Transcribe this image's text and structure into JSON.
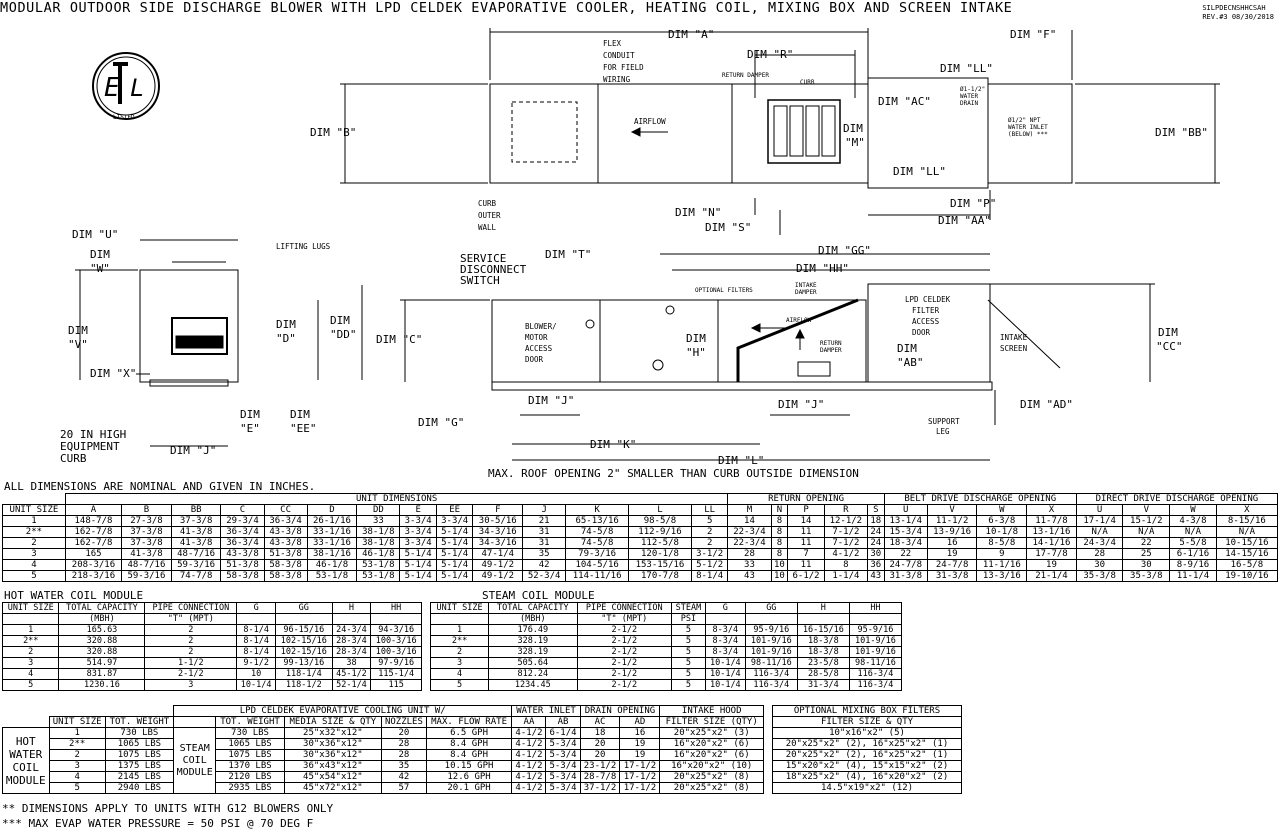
{
  "title": "MODULAR OUTDOOR SIDE DISCHARGE BLOWER WITH LPD CELDEK EVAPORATIVE COOLER, HEATING COIL, MIXING BOX AND SCREEN INTAKE",
  "drawing_id": "SILPDECNSHHCSAH",
  "revision": "REV.#3 08/30/2018",
  "logo_text": "LISTED",
  "top_view": {
    "dim_a": "DIM \"A\"",
    "dim_f": "DIM \"F\"",
    "dim_r": "DIM \"R\"",
    "dim_ll": "DIM \"LL\"",
    "dim_b": "DIM \"B\"",
    "dim_bb": "DIM \"BB\"",
    "dim_ac": "DIM \"AC\"",
    "dim_m": "DIM\n\"M\"",
    "dim_ll2": "DIM \"LL\"",
    "dim_n": "DIM \"N\"",
    "dim_s": "DIM \"S\"",
    "dim_p": "DIM \"P\"",
    "dim_aa": "DIM \"AA\"",
    "flex_conduit": [
      "FLEX",
      "CONDUIT",
      "FOR FIELD",
      "WIRING"
    ],
    "return_damper": "RETURN DAMPER",
    "curb": "CURB",
    "airflow": "AIRFLOW",
    "water_drain": [
      "Ø1-1/2\"",
      "WATER",
      "DRAIN"
    ],
    "water_inlet": [
      "Ø1/2\" NPT",
      "WATER INLET",
      "(BELOW) ***"
    ],
    "curb_outer_wall": [
      "CURB",
      "OUTER",
      "WALL"
    ]
  },
  "end_view": {
    "dim_u": "DIM \"U\"",
    "dim_w": [
      "DIM",
      "\"W\""
    ],
    "lifting_lugs": "LIFTING LUGS",
    "dim_v": [
      "DIM",
      "\"V\""
    ],
    "dim_d": [
      "DIM",
      "\"D\""
    ],
    "dim_dd": [
      "DIM",
      "\"DD\""
    ],
    "dim_x": "DIM \"X\"",
    "dim_e": [
      "DIM",
      "\"E\""
    ],
    "dim_ee": [
      "DIM",
      "\"EE\""
    ],
    "curb_note": [
      "20 IN HIGH",
      "EQUIPMENT",
      "CURB"
    ],
    "dim_j": "DIM \"J\""
  },
  "side_view": {
    "dim_t": "DIM \"T\"",
    "service_switch": [
      "SERVICE",
      "DISCONNECT",
      "SWITCH"
    ],
    "dim_gg": "DIM \"GG\"",
    "dim_hh": "DIM \"HH\"",
    "optional_filters": "OPTIONAL FILTERS",
    "intake_damper": [
      "INTAKE",
      "DAMPER"
    ],
    "airflow": "AIRFLOW",
    "return_damper": [
      "RETURN",
      "DAMPER"
    ],
    "lpd_door": [
      "LPD CELDEK",
      "FILTER",
      "ACCESS",
      "DOOR"
    ],
    "dim_c": "DIM \"C\"",
    "dim_cc": [
      "DIM",
      "\"CC\""
    ],
    "blower_door": [
      "BLOWER/",
      "MOTOR",
      "ACCESS",
      "DOOR"
    ],
    "dim_h": [
      "DIM",
      "\"H\""
    ],
    "dim_ab": [
      "DIM",
      "\"AB\""
    ],
    "intake_screen": [
      "INTAKE",
      "SCREEN"
    ],
    "dim_j1": "DIM \"J\"",
    "dim_j2": "DIM \"J\"",
    "dim_ad": "DIM \"AD\"",
    "dim_g": "DIM \"G\"",
    "support_leg": [
      "SUPPORT",
      "LEG"
    ],
    "dim_k": "DIM \"K\"",
    "dim_l": "DIM \"L\"",
    "max_roof": "MAX. ROOF OPENING 2\" SMALLER THAN CURB OUTSIDE DIMENSION"
  },
  "nominal_note": "ALL DIMENSIONS ARE NOMINAL AND GIVEN IN INCHES.",
  "main_table": {
    "group_unit": "UNIT DIMENSIONS",
    "group_return": "RETURN OPENING",
    "group_belt": "BELT DRIVE DISCHARGE OPENING",
    "group_direct": "DIRECT DRIVE DISCHARGE OPENING",
    "headers": [
      "UNIT SIZE",
      "A",
      "B",
      "BB",
      "C",
      "CC",
      "D",
      "DD",
      "E",
      "EE",
      "F",
      "J",
      "K",
      "L",
      "LL",
      "M",
      "N",
      "P",
      "R",
      "S",
      "U",
      "V",
      "W",
      "X",
      "U",
      "V",
      "W",
      "X"
    ],
    "rows": [
      [
        "1",
        "148-7/8",
        "27-3/8",
        "37-3/8",
        "29-3/4",
        "36-3/4",
        "26-1/16",
        "33",
        "3-3/4",
        "3-3/4",
        "30-5/16",
        "21",
        "65-13/16",
        "98-5/8",
        "5",
        "14",
        "8",
        "14",
        "12-1/2",
        "18",
        "13-1/4",
        "11-1/2",
        "6-3/8",
        "11-7/8",
        "17-1/4",
        "15-1/2",
        "4-3/8",
        "8-15/16"
      ],
      [
        "2**",
        "162-7/8",
        "37-3/8",
        "41-3/8",
        "36-3/4",
        "43-3/8",
        "33-1/16",
        "38-1/8",
        "3-3/4",
        "5-1/4",
        "34-3/16",
        "31",
        "74-5/8",
        "112-9/16",
        "2",
        "22-3/4",
        "8",
        "11",
        "7-1/2",
        "24",
        "15-3/4",
        "13-9/16",
        "10-1/8",
        "13-1/16",
        "N/A",
        "N/A",
        "N/A",
        "N/A"
      ],
      [
        "2",
        "162-7/8",
        "37-3/8",
        "41-3/8",
        "36-3/4",
        "43-3/8",
        "33-1/16",
        "38-1/8",
        "3-3/4",
        "5-1/4",
        "34-3/16",
        "31",
        "74-5/8",
        "112-5/8",
        "2",
        "22-3/4",
        "8",
        "11",
        "7-1/2",
        "24",
        "18-3/4",
        "16",
        "8-5/8",
        "14-1/16",
        "24-3/4",
        "22",
        "5-5/8",
        "10-15/16"
      ],
      [
        "3",
        "165",
        "41-3/8",
        "48-7/16",
        "43-3/8",
        "51-3/8",
        "38-1/16",
        "46-1/8",
        "5-1/4",
        "5-1/4",
        "47-1/4",
        "35",
        "79-3/16",
        "120-1/8",
        "3-1/2",
        "28",
        "8",
        "7",
        "4-1/2",
        "30",
        "22",
        "19",
        "9",
        "17-7/8",
        "28",
        "25",
        "6-1/16",
        "14-15/16"
      ],
      [
        "4",
        "208-3/16",
        "48-7/16",
        "59-3/16",
        "51-3/8",
        "58-3/8",
        "46-1/8",
        "53-1/8",
        "5-1/4",
        "5-1/4",
        "49-1/2",
        "42",
        "104-5/16",
        "153-15/16",
        "5-1/2",
        "33",
        "10",
        "11",
        "8",
        "36",
        "24-7/8",
        "24-7/8",
        "11-1/16",
        "19",
        "30",
        "30",
        "8-9/16",
        "16-5/8"
      ],
      [
        "5",
        "218-3/16",
        "59-3/16",
        "74-7/8",
        "58-3/8",
        "58-3/8",
        "53-1/8",
        "53-1/8",
        "5-1/4",
        "5-1/4",
        "49-1/2",
        "52-3/4",
        "114-11/16",
        "170-7/8",
        "8-1/4",
        "43",
        "10",
        "6-1/2",
        "1-1/4",
        "43",
        "31-3/8",
        "31-3/8",
        "13-3/16",
        "21-1/4",
        "35-3/8",
        "35-3/8",
        "11-1/4",
        "19-10/16"
      ]
    ]
  },
  "hw_table": {
    "title": "HOT WATER COIL MODULE",
    "headers": [
      "UNIT SIZE",
      "TOTAL CAPACITY",
      "PIPE CONNECTION",
      "G",
      "GG",
      "H",
      "HH"
    ],
    "subheaders": [
      "",
      "(MBH)",
      "\"T\" (MPT)",
      "",
      "",
      "",
      ""
    ],
    "rows": [
      [
        "1",
        "165.63",
        "2",
        "8-1/4",
        "96-15/16",
        "24-3/4",
        "94-3/16"
      ],
      [
        "2**",
        "320.88",
        "2",
        "8-1/4",
        "102-15/16",
        "28-3/4",
        "100-3/16"
      ],
      [
        "2",
        "320.88",
        "2",
        "8-1/4",
        "102-15/16",
        "28-3/4",
        "100-3/16"
      ],
      [
        "3",
        "514.97",
        "1-1/2",
        "9-1/2",
        "99-13/16",
        "38",
        "97-9/16"
      ],
      [
        "4",
        "831.87",
        "2-1/2",
        "10",
        "118-1/4",
        "45-1/2",
        "115-1/4"
      ],
      [
        "5",
        "1230.16",
        "3",
        "10-1/4",
        "118-1/2",
        "52-1/4",
        "115"
      ]
    ]
  },
  "steam_table": {
    "title": "STEAM COIL MODULE",
    "headers": [
      "UNIT SIZE",
      "TOTAL CAPACITY",
      "PIPE CONNECTION",
      "STEAM",
      "G",
      "GG",
      "H",
      "HH"
    ],
    "subheaders": [
      "",
      "(MBH)",
      "\"T\" (MPT)",
      "PSI",
      "",
      "",
      "",
      ""
    ],
    "rows": [
      [
        "1",
        "176.49",
        "2-1/2",
        "5",
        "8-3/4",
        "95-9/16",
        "16-15/16",
        "95-9/16"
      ],
      [
        "2**",
        "328.19",
        "2-1/2",
        "5",
        "8-3/4",
        "101-9/16",
        "18-3/8",
        "101-9/16"
      ],
      [
        "2",
        "328.19",
        "2-1/2",
        "5",
        "8-3/4",
        "101-9/16",
        "18-3/8",
        "101-9/16"
      ],
      [
        "3",
        "505.64",
        "2-1/2",
        "5",
        "10-1/4",
        "98-11/16",
        "23-5/8",
        "98-11/16"
      ],
      [
        "4",
        "812.24",
        "2-1/2",
        "5",
        "10-1/4",
        "116-3/4",
        "28-5/8",
        "116-3/4"
      ],
      [
        "5",
        "1234.45",
        "2-1/2",
        "5",
        "10-1/4",
        "116-3/4",
        "31-3/4",
        "116-3/4"
      ]
    ]
  },
  "evap_table": {
    "title": "LPD CELDEK EVAPORATIVE COOLING UNIT W/",
    "water_inlet": "WATER INLET",
    "drain_opening": "DRAIN OPENING",
    "intake_hood": "INTAKE HOOD",
    "hw_label": [
      "HOT",
      "WATER",
      "COIL",
      "MODULE"
    ],
    "steam_label": [
      "STEAM",
      "COIL",
      "MODULE"
    ],
    "headers": [
      "UNIT SIZE",
      "TOT. WEIGHT",
      "TOT. WEIGHT",
      "MEDIA SIZE & QTY",
      "NOZZLES",
      "MAX. FLOW RATE",
      "AA",
      "AB",
      "AC",
      "AD",
      "FILTER SIZE (QTY)"
    ],
    "rows": [
      [
        "1",
        "730 LBS",
        "730 LBS",
        "25\"x32\"x12\"",
        "20",
        "6.5 GPH",
        "4-1/2",
        "6-1/4",
        "18",
        "16",
        "20\"x25\"x2\" (3)"
      ],
      [
        "2**",
        "1065 LBS",
        "1065 LBS",
        "30\"x36\"x12\"",
        "28",
        "8.4 GPH",
        "4-1/2",
        "5-3/4",
        "20",
        "19",
        "16\"x20\"x2\" (6)"
      ],
      [
        "2",
        "1075 LBS",
        "1075 LBS",
        "30\"x36\"x12\"",
        "28",
        "8.4 GPH",
        "4-1/2",
        "5-3/4",
        "20",
        "19",
        "16\"x20\"x2\" (6)"
      ],
      [
        "3",
        "1375 LBS",
        "1370 LBS",
        "36\"x43\"x12\"",
        "35",
        "10.15 GPH",
        "4-1/2",
        "5-3/4",
        "23-1/2",
        "17-1/2",
        "16\"x20\"x2\" (10)"
      ],
      [
        "4",
        "2145 LBS",
        "2120 LBS",
        "45\"x54\"x12\"",
        "42",
        "12.6 GPH",
        "4-1/2",
        "5-3/4",
        "28-7/8",
        "17-1/2",
        "20\"x25\"x2\" (8)"
      ],
      [
        "5",
        "2940 LBS",
        "2935 LBS",
        "45\"x72\"x12\"",
        "57",
        "20.1 GPH",
        "4-1/2",
        "5-3/4",
        "37-1/2",
        "17-1/2",
        "20\"x25\"x2\" (8)"
      ]
    ]
  },
  "mix_table": {
    "title": "OPTIONAL MIXING BOX FILTERS",
    "header": "FILTER SIZE & QTY",
    "rows": [
      "10\"x16\"x2\" (5)",
      "20\"x25\"x2\" (2), 16\"x25\"x2\" (1)",
      "20\"x25\"x2\" (2), 16\"x25\"x2\" (1)",
      "15\"x20\"x2\" (4), 15\"x15\"x2\" (2)",
      "18\"x25\"x2\" (4), 16\"x20\"x2\" (2)",
      "14.5\"x19\"x2\" (12)"
    ]
  },
  "footnotes": [
    "** DIMENSIONS APPLY TO UNITS WITH G12 BLOWERS ONLY",
    "*** MAX EVAP WATER PRESSURE = 50 PSI @ 70 DEG F"
  ]
}
